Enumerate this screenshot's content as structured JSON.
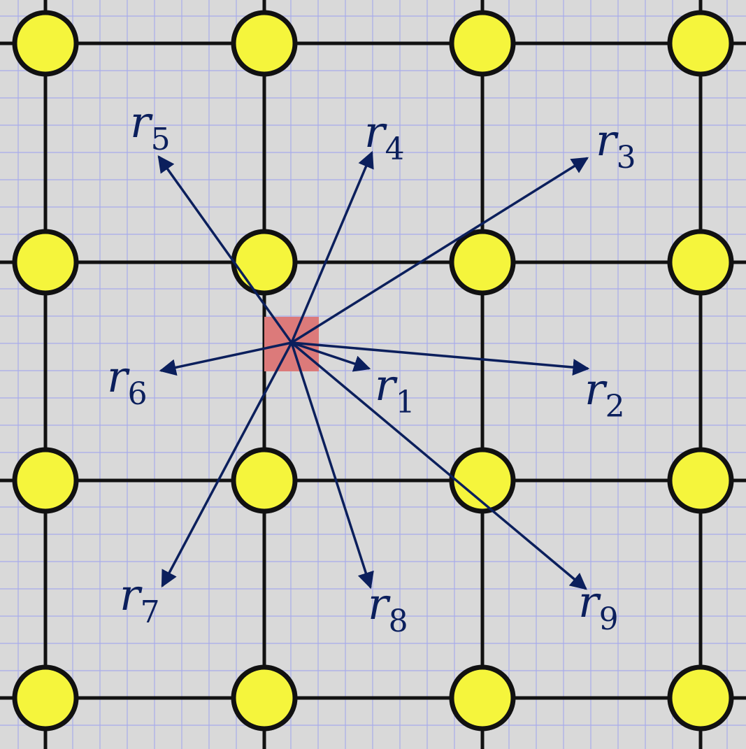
{
  "diagram": {
    "background_color": "#d9d9d9",
    "fine_grid_color": "#a8acea",
    "lattice_line_color": "#111111",
    "node_fill_color": "#f5f53c",
    "node_stroke_color": "#111111",
    "arrow_color": "#0b1f5c",
    "origin_cell_color": "#dc7a7a",
    "lattice_rows": 4,
    "lattice_cols": 4,
    "fine_grid_subdivisions": 4,
    "vectors": [
      {
        "id": "r1",
        "symbol": "r",
        "subscript": "1"
      },
      {
        "id": "r2",
        "symbol": "r",
        "subscript": "2"
      },
      {
        "id": "r3",
        "symbol": "r",
        "subscript": "3"
      },
      {
        "id": "r4",
        "symbol": "r",
        "subscript": "4"
      },
      {
        "id": "r5",
        "symbol": "r",
        "subscript": "5"
      },
      {
        "id": "r6",
        "symbol": "r",
        "subscript": "6"
      },
      {
        "id": "r7",
        "symbol": "r",
        "subscript": "7"
      },
      {
        "id": "r8",
        "symbol": "r",
        "subscript": "8"
      },
      {
        "id": "r9",
        "symbol": "r",
        "subscript": "9"
      }
    ]
  }
}
